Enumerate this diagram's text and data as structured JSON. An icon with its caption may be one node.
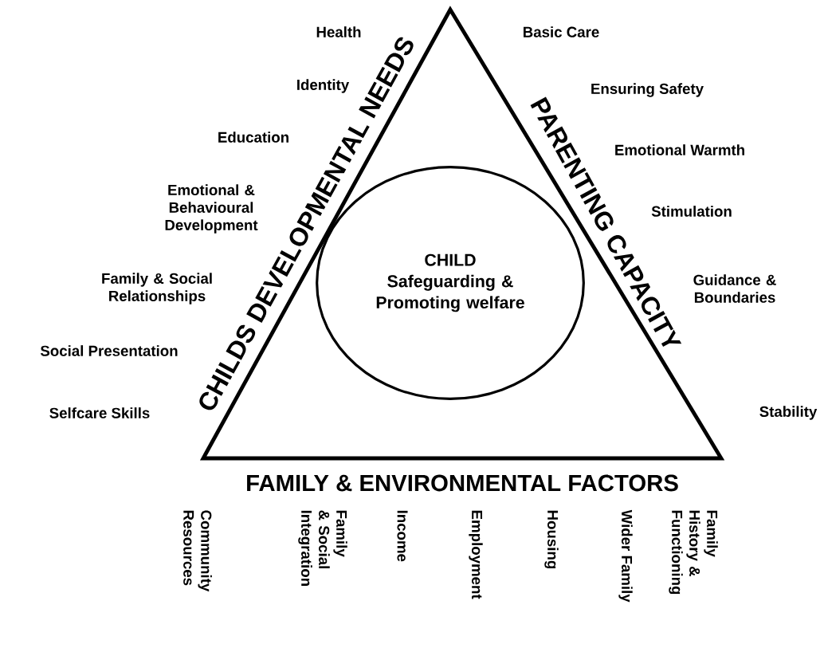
{
  "diagram": {
    "nodes": [
      {
        "text": [
          "CHILDS DEVELOPMENTAL NEEDS",
          "PARENTING CAPACITY",
          "FAMILY & ENVIRONMENTAL FACTORS"
        ]
      },
      {
        "text": [
          "CHILD",
          "Safeguarding & Promoting welfare"
        ],
        "in": 0
      }
    ],
    "labels": [
      "Health",
      "Basic Care",
      "Identity",
      "Ensuring Safety",
      "Education",
      "Emotional Warmth",
      "Emotional & Behavioural Development",
      "Stimulation",
      "Family & Social Relationships",
      "Guidance & Boundaries",
      "Social Presentation",
      "Selfcare Skills",
      "Stability",
      "Community Resources",
      "Family & Social Integration",
      "Income",
      "Employment",
      "Housing",
      "Wider Family",
      "Family History & Functioning"
    ]
  }
}
